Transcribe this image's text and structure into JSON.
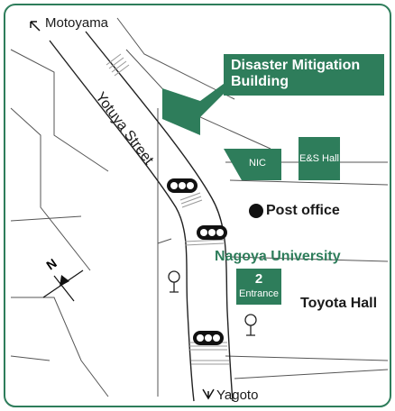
{
  "labels": {
    "motoyama": "Motoyama",
    "yagoto": "Yagoto",
    "street": "Yotuya Street",
    "north": "N",
    "disaster_line1": "Disaster Mitigation",
    "disaster_line2": "Building",
    "nic": "NIC",
    "es_hall": "E&S Hall",
    "post_office": "Post office",
    "university": "Nagoya University",
    "entrance_num": "2",
    "entrance_text": "Entrance",
    "toyota_hall": "Toyota Hall"
  },
  "colors": {
    "frame": "#2e7d5b",
    "building": "#2e7d5b",
    "road_line": "#333333"
  }
}
